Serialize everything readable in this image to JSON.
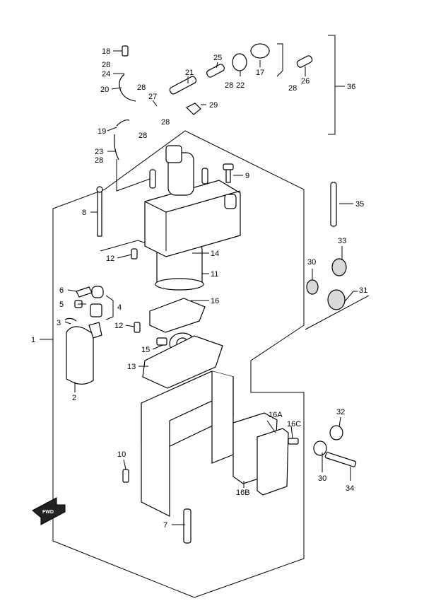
{
  "diagram": {
    "callouts": {
      "c1": "1",
      "c2": "2",
      "c3": "3",
      "c4": "4",
      "c5": "5",
      "c6": "6",
      "c7": "7",
      "c8": "8",
      "c9": "9",
      "c10": "10",
      "c11": "11",
      "c12a": "12",
      "c12b": "12",
      "c13": "13",
      "c14": "14",
      "c15": "15",
      "c16": "16",
      "c16a": "16A",
      "c16b": "16B",
      "c16c": "16C",
      "c17": "17",
      "c18": "18",
      "c19": "19",
      "c20": "20",
      "c21": "21",
      "c22": "22",
      "c23": "23",
      "c24": "24",
      "c25": "25",
      "c26": "26",
      "c27": "27",
      "c28a": "28",
      "c28b": "28",
      "c28c": "28",
      "c28d": "28",
      "c28e": "28",
      "c28f": "28",
      "c28g": "28",
      "c29": "29",
      "c30a": "30",
      "c30b": "30",
      "c31": "31",
      "c32": "32",
      "c33": "33",
      "c34": "34",
      "c35": "35",
      "c36": "36"
    },
    "fwd_badge": "FWD"
  }
}
